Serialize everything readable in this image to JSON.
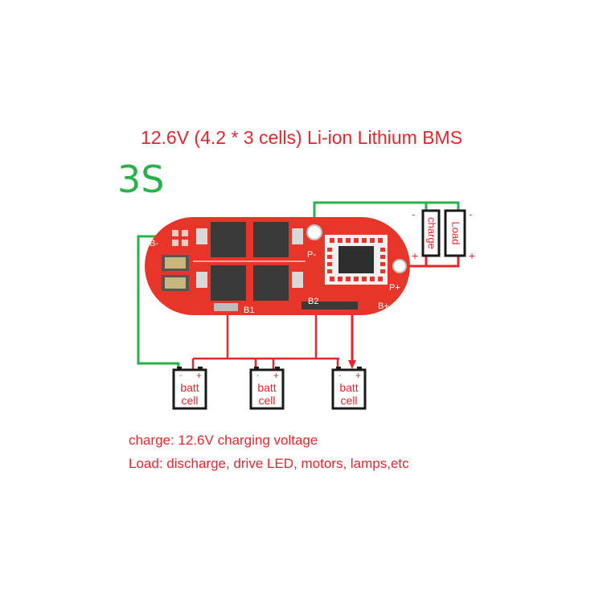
{
  "title": "12.6V (4.2 * 3 cells) Li-ion Lithium BMS",
  "config_label": "3S",
  "board": {
    "pad_labels": [
      "B-",
      "B1",
      "B2",
      "B+",
      "P-",
      "P+"
    ]
  },
  "external": {
    "charge_label": "charge",
    "load_label": "Load",
    "plus_sign": "+",
    "minus_sign": "-"
  },
  "cells": [
    {
      "line1": "batt",
      "line2": "cell",
      "minus": "-",
      "plus": "+"
    },
    {
      "line1": "batt",
      "line2": "cell",
      "minus": "-",
      "plus": "+"
    },
    {
      "line1": "batt",
      "line2": "cell",
      "minus": "-",
      "plus": "+"
    }
  ],
  "notes": {
    "charge": "charge: 12.6V charging voltage",
    "load": "Load: discharge, drive LED, motors, lamps,etc"
  },
  "colors": {
    "red": "#e8252a",
    "green": "#27b34a",
    "board": "#e8352a",
    "component": "#3a3a3a"
  }
}
